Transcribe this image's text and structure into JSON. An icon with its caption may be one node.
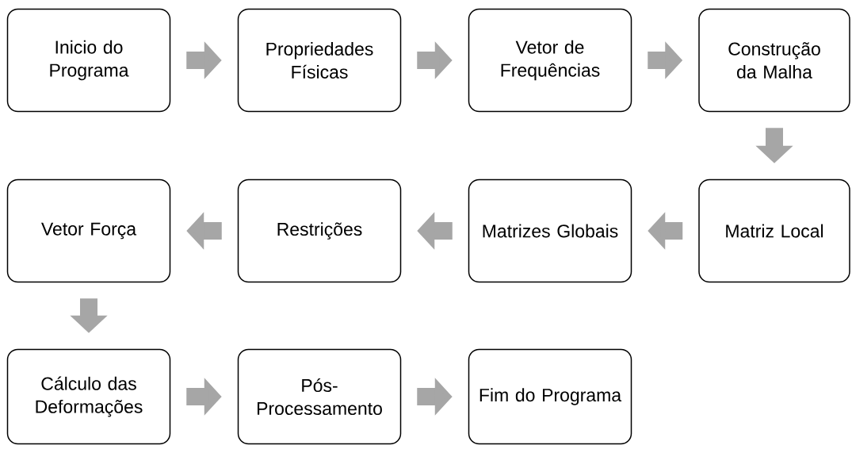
{
  "diagram": {
    "nodes": [
      {
        "text": [
          "Inicio do Programa"
        ]
      },
      {
        "text": [
          "Propriedades Físicas"
        ]
      },
      {
        "text": [
          "Vetor de Frequências"
        ]
      },
      {
        "text": [
          "Construção da Malha"
        ]
      },
      {
        "text": [
          "Matriz Local"
        ]
      },
      {
        "text": [
          "Matrizes Globais"
        ]
      },
      {
        "text": [
          "Restrições"
        ]
      },
      {
        "text": [
          "Vetor Força"
        ]
      },
      {
        "text": [
          "Cálculo das Deformações"
        ]
      },
      {
        "text": [
          "Pós-Processamento"
        ]
      },
      {
        "text": [
          "Fim do Programa"
        ]
      }
    ],
    "edges": [
      {
        "from": 0,
        "to": 1,
        "arrow": "to"
      },
      {
        "from": 1,
        "to": 2,
        "arrow": "to"
      },
      {
        "from": 2,
        "to": 3,
        "arrow": "to"
      },
      {
        "from": 3,
        "to": 4,
        "arrow": "to"
      },
      {
        "from": 4,
        "to": 5,
        "arrow": "to"
      },
      {
        "from": 5,
        "to": 6,
        "arrow": "to"
      },
      {
        "from": 6,
        "to": 7,
        "arrow": "to"
      },
      {
        "from": 7,
        "to": 8,
        "arrow": "to"
      },
      {
        "from": 8,
        "to": 9,
        "arrow": "to"
      },
      {
        "from": 9,
        "to": 10,
        "arrow": "to"
      }
    ]
  }
}
